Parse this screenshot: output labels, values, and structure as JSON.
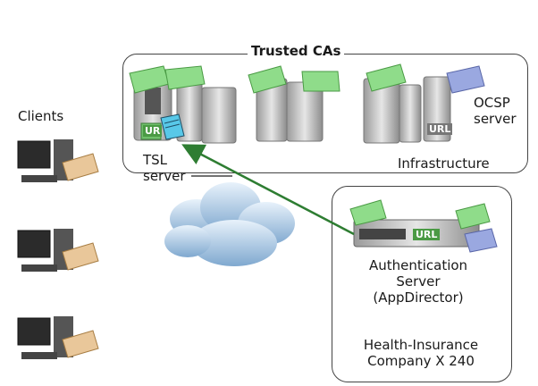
{
  "diagram": {
    "trusted_cas": {
      "title": "Trusted CAs"
    },
    "clients": {
      "label": "Clients"
    },
    "tsl_server": {
      "line1": "TSL",
      "line2": "server"
    },
    "ocsp_server": {
      "line1": "OCSP",
      "line2": "server"
    },
    "infrastructure": {
      "label": "Infrastructure"
    },
    "auth_server": {
      "line1": "Authentication",
      "line2": "Server",
      "line3": "(AppDirector)"
    },
    "company": {
      "line1": "Health-Insurance",
      "line2": "Company X 240"
    },
    "url_tags": [
      "UR",
      "URL",
      "URL"
    ],
    "colors": {
      "arrow": "#2e7d32",
      "certificate_green": "#8fdc8a",
      "certificate_blue": "#9aa8e0",
      "certificate_tan": "#e9c79a",
      "cloud": "#8fb7d8"
    }
  }
}
